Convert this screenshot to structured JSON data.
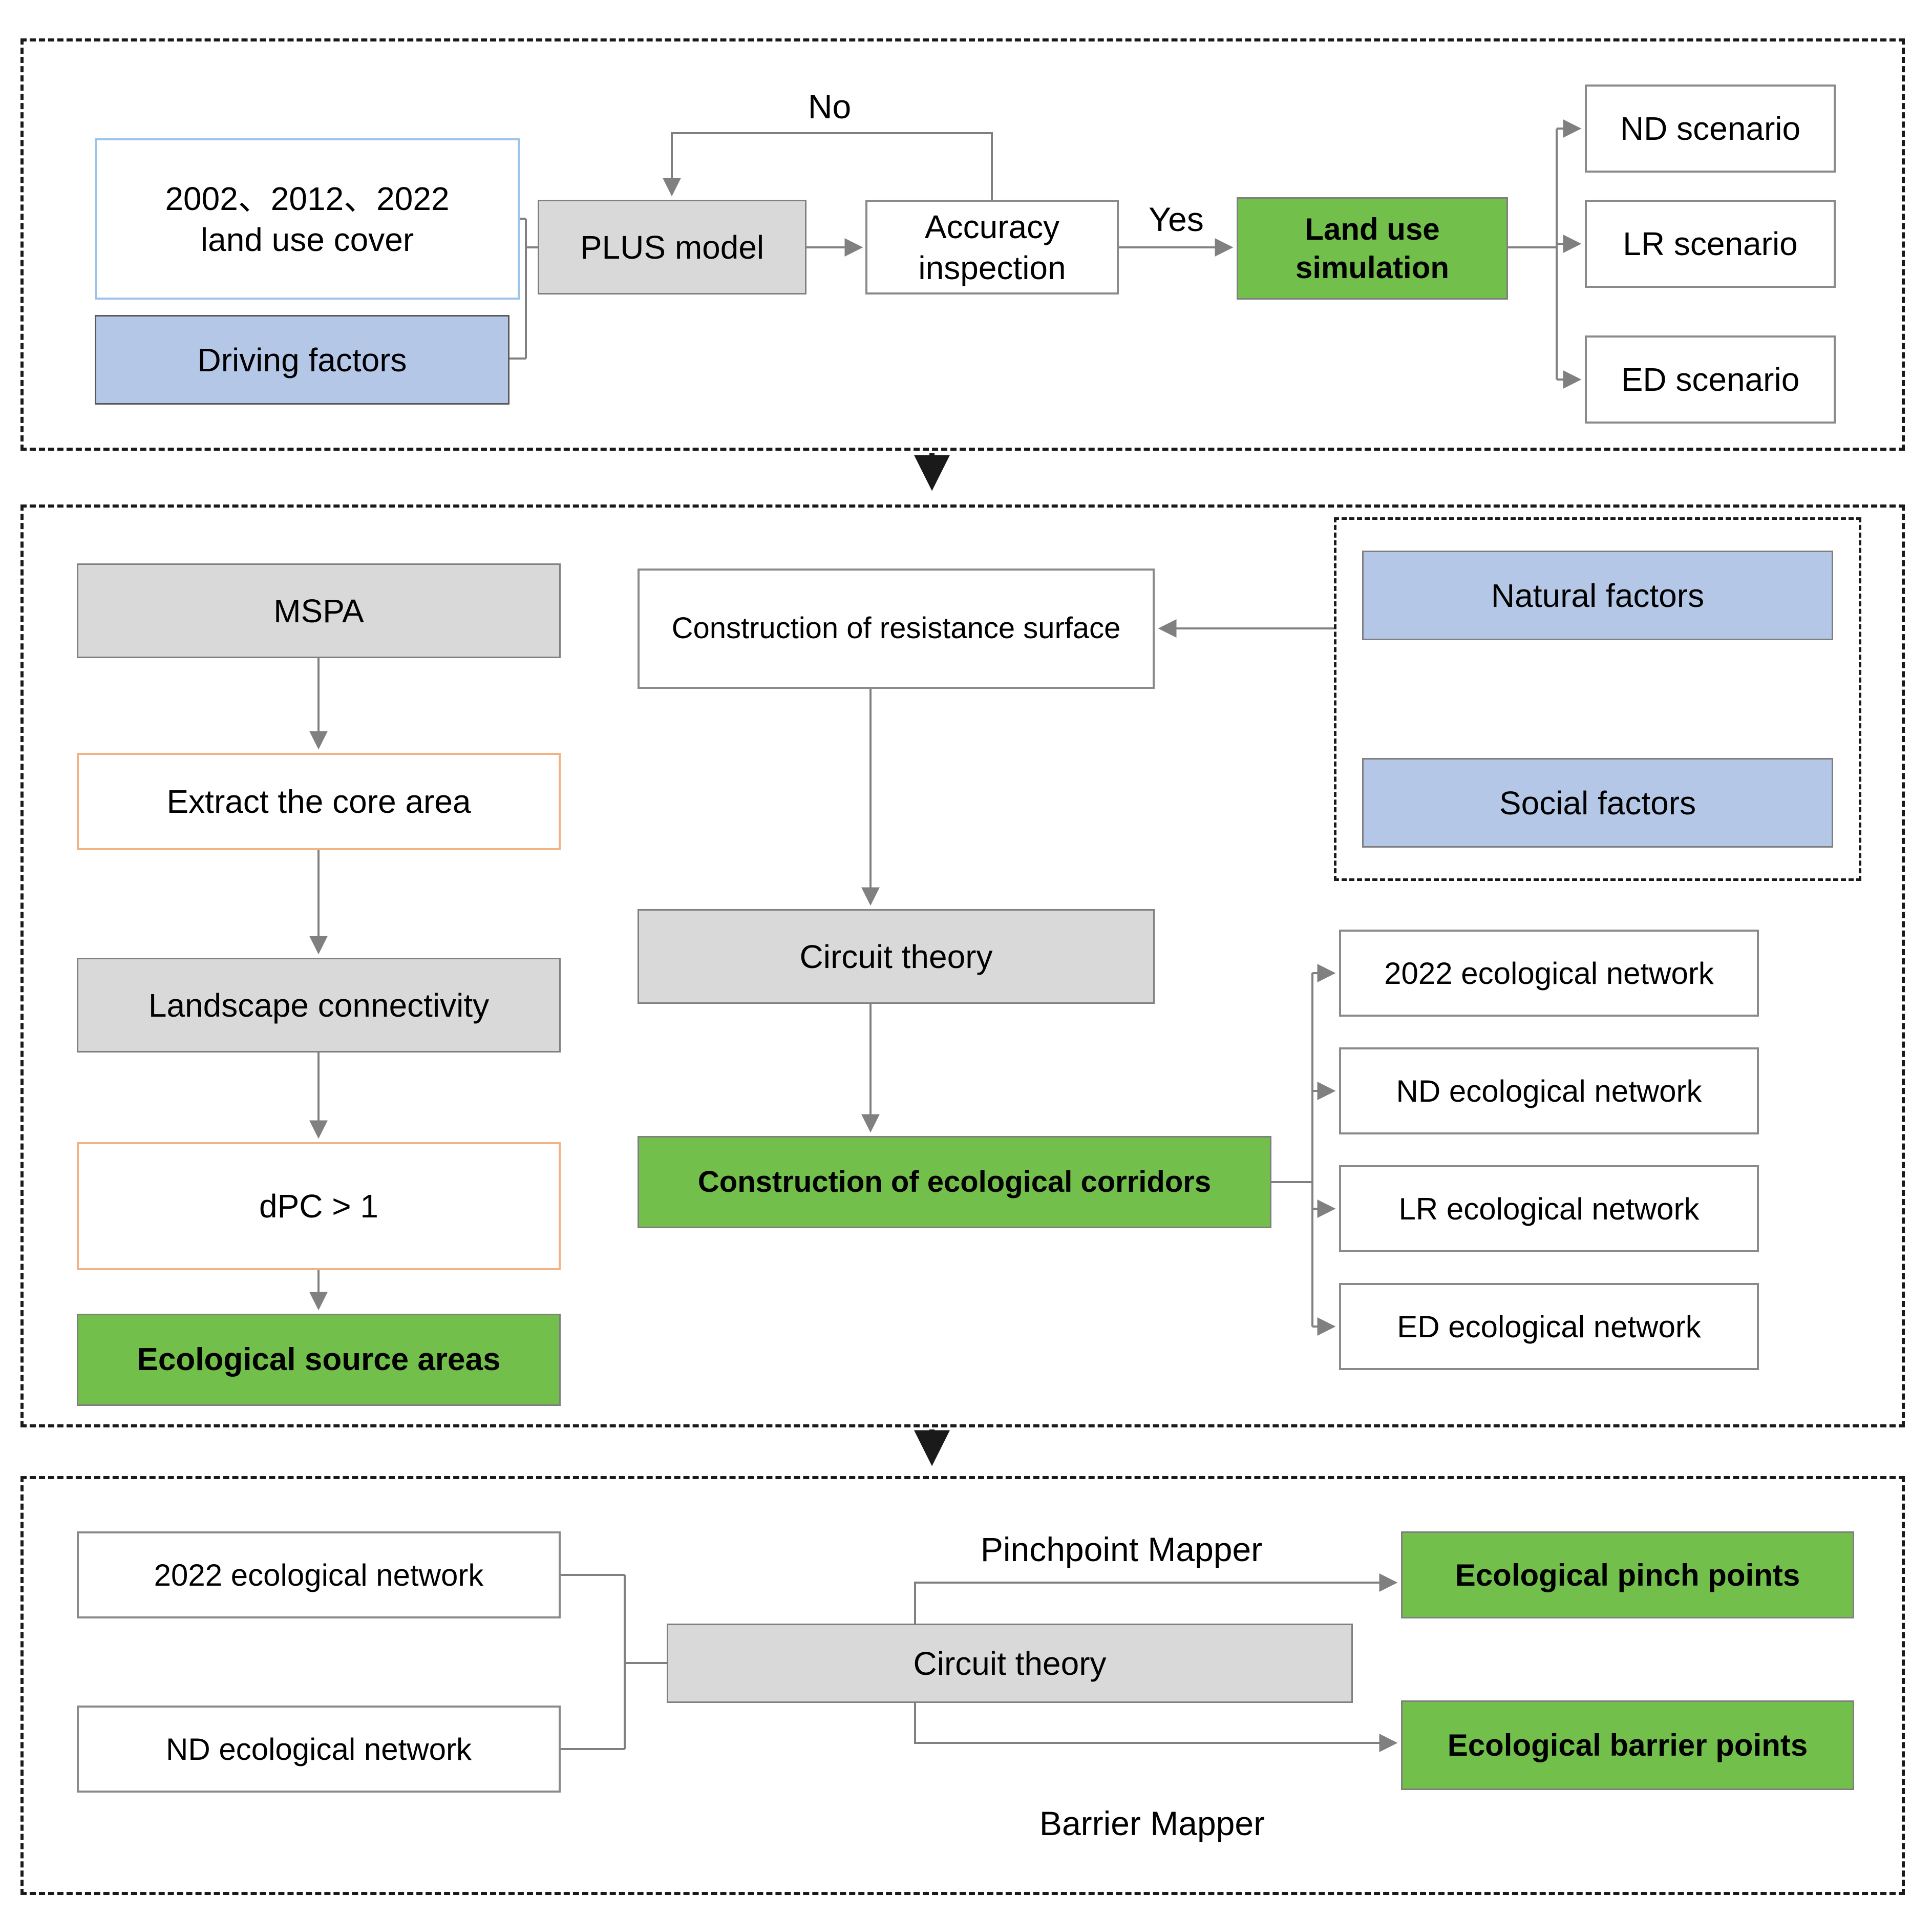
{
  "colors": {
    "green_fill": "#72bf4b",
    "blue_fill": "#b4c7e7",
    "gray_fill": "#d9d9d9",
    "blue_border": "#9dc3e6",
    "orange_border": "#f4b183",
    "wire_gray": "#808080",
    "wire_black": "#1a1a1a"
  },
  "panel1": {
    "boxes": {
      "land_use_cover": "2002、2012、2022\nland use cover",
      "driving_factors": "Driving factors",
      "plus_model": "PLUS model",
      "accuracy_inspection": "Accuracy\ninspection",
      "land_use_simulation": "Land use\nsimulation",
      "nd_scenario": "ND scenario",
      "lr_scenario": "LR scenario",
      "ed_scenario": "ED scenario"
    },
    "edge_labels": {
      "no": "No",
      "yes": "Yes"
    }
  },
  "panel2": {
    "boxes": {
      "mspa": "MSPA",
      "extract_core": "Extract the core area",
      "landscape_connectivity": "Landscape connectivity",
      "dpc": "dPC > 1",
      "ecological_source": "Ecological source areas",
      "resistance_surface": "Construction of resistance surface",
      "circuit_theory": "Circuit theory",
      "corridors": "Construction of ecological corridors",
      "natural_factors": "Natural factors",
      "social_factors": "Social factors",
      "network_2022": "2022 ecological network",
      "network_nd": "ND ecological network",
      "network_lr": "LR  ecological network",
      "network_ed": "ED  ecological network"
    }
  },
  "panel3": {
    "boxes": {
      "network_2022": "2022 ecological network",
      "network_nd": "ND ecological network",
      "circuit_theory": "Circuit theory",
      "pinch_points": "Ecological pinch points",
      "barrier_points": "Ecological barrier points"
    },
    "edge_labels": {
      "pinchpoint_mapper": "Pinchpoint Mapper",
      "barrier_mapper": "Barrier Mapper"
    }
  }
}
